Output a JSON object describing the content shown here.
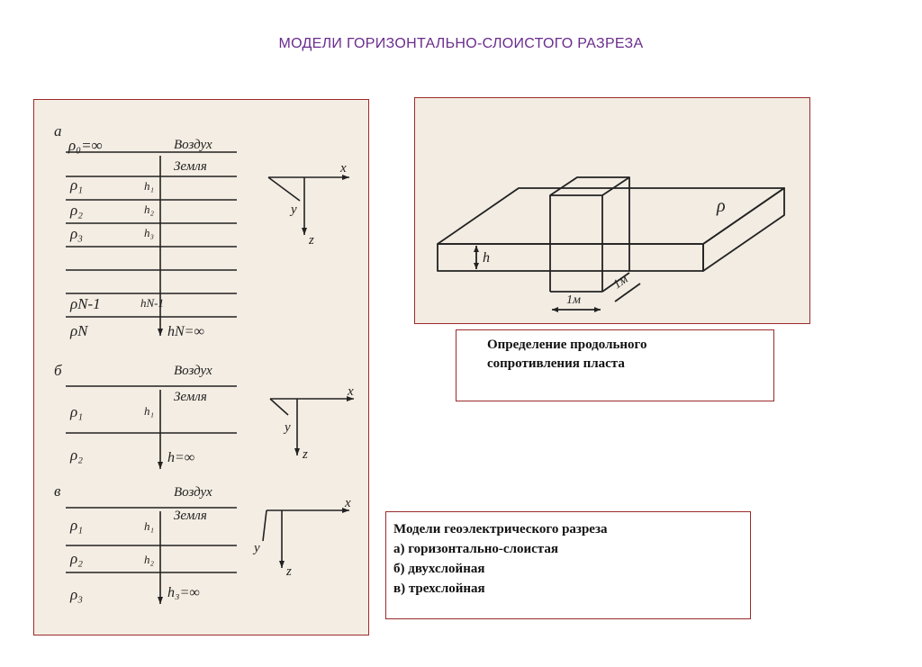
{
  "title": "МОДЕЛИ  ГОРИЗОНТАЛЬНО-СЛОИСТОГО  РАЗРЕЗА",
  "left_figure": {
    "section_a": {
      "letter": "а",
      "rho0": "ρ₀=∞",
      "air": "Воздух",
      "earth": "Земля",
      "x": "x",
      "y": "y",
      "z": "z",
      "layers": [
        "ρ₁",
        "ρ₂",
        "ρ₃",
        "ρN-1",
        "ρN"
      ],
      "thickness": [
        "h₁",
        "h₂",
        "h₃",
        "hN-1"
      ],
      "last": "hN=∞"
    },
    "section_b": {
      "letter": "б",
      "air": "Воздух",
      "earth": "Земля",
      "x": "x",
      "y": "y",
      "z": "z",
      "layers": [
        "ρ₁",
        "ρ₂"
      ],
      "thickness": [
        "h₁"
      ],
      "last": "h=∞"
    },
    "section_v": {
      "letter": "в",
      "air": "Воздух",
      "earth": "Земля",
      "x": "x",
      "y": "y",
      "z": "z",
      "layers": [
        "ρ₁",
        "ρ₂",
        "ρ₃"
      ],
      "thickness": [
        "h₁",
        "h₂"
      ],
      "last": "h₃=∞"
    }
  },
  "right_figure": {
    "rho": "ρ",
    "h": "h",
    "len1": "1м",
    "len2": "1м"
  },
  "caption_right": [
    "Определение продольного",
    "сопротивления пласта"
  ],
  "caption_bottom": [
    "Модели геоэлектрического разреза",
    "а) горизонтально-слоистая",
    "б) двухслойная",
    "в) трехслойная"
  ]
}
